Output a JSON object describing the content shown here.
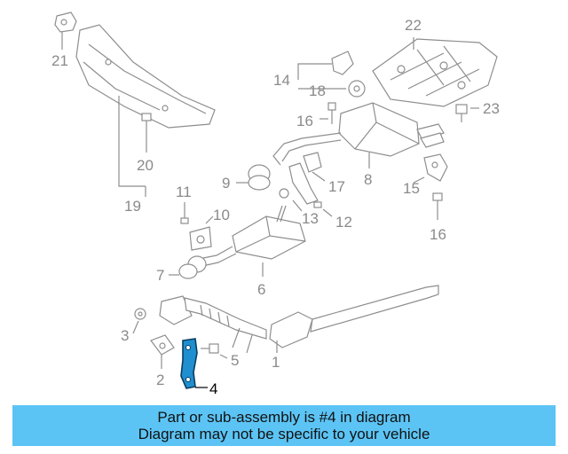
{
  "callouts": {
    "n1": "1",
    "n2": "2",
    "n3": "3",
    "n4": "4",
    "n5": "5",
    "n6": "6",
    "n7": "7",
    "n8": "8",
    "n9": "9",
    "n10": "10",
    "n11": "11",
    "n12": "12",
    "n13": "13",
    "n14": "14",
    "n15": "15",
    "n16a": "16",
    "n16b": "16",
    "n17": "17",
    "n18": "18",
    "n19": "19",
    "n20": "20",
    "n21": "21",
    "n22": "22",
    "n23": "23"
  },
  "highlight": {
    "part": "4",
    "color": "#1f8fcf"
  },
  "banner": {
    "line1": "Part or sub-assembly is #4 in diagram",
    "line2": "Diagram may not be specific to your vehicle",
    "color": "#5cc4f5"
  }
}
